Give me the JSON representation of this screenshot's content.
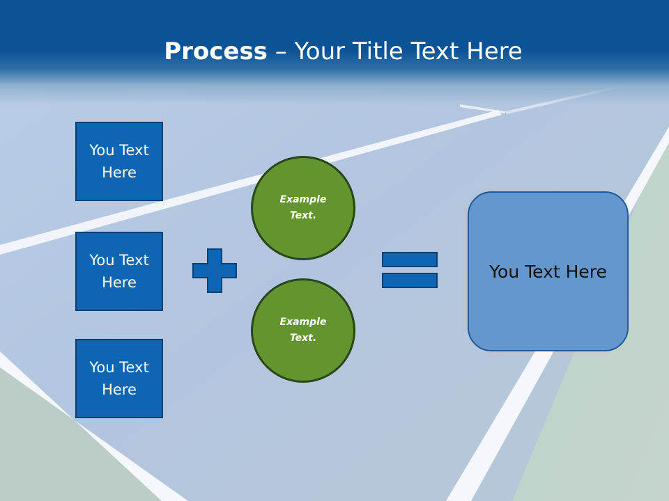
{
  "title": {
    "bold": "Process",
    "rest": " – Your Title Text Here"
  },
  "boxes": [
    {
      "label": "You Text Here"
    },
    {
      "label": "You Text Here"
    },
    {
      "label": "You Text Here"
    }
  ],
  "circles": [
    {
      "label": "Example Text."
    },
    {
      "label": "Example Text."
    }
  ],
  "result": {
    "label": "You Text Here"
  },
  "operators": {
    "plus": "plus-icon",
    "equals": "equals-icon"
  },
  "colors": {
    "header": "#0b5396",
    "box_fill": "#0e66b3",
    "circle_fill": "#629430",
    "result_fill": "#6497cd"
  }
}
